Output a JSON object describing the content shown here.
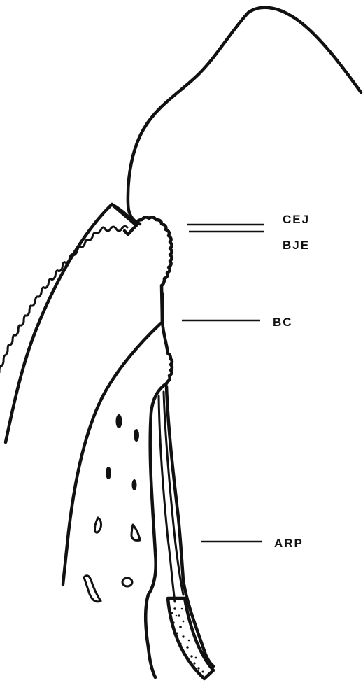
{
  "labels": {
    "cej": "CEJ",
    "bje": "BJE",
    "bc": "BC",
    "arp": "ARP"
  },
  "colors": {
    "ink": "#111111",
    "background": "#ffffff"
  }
}
